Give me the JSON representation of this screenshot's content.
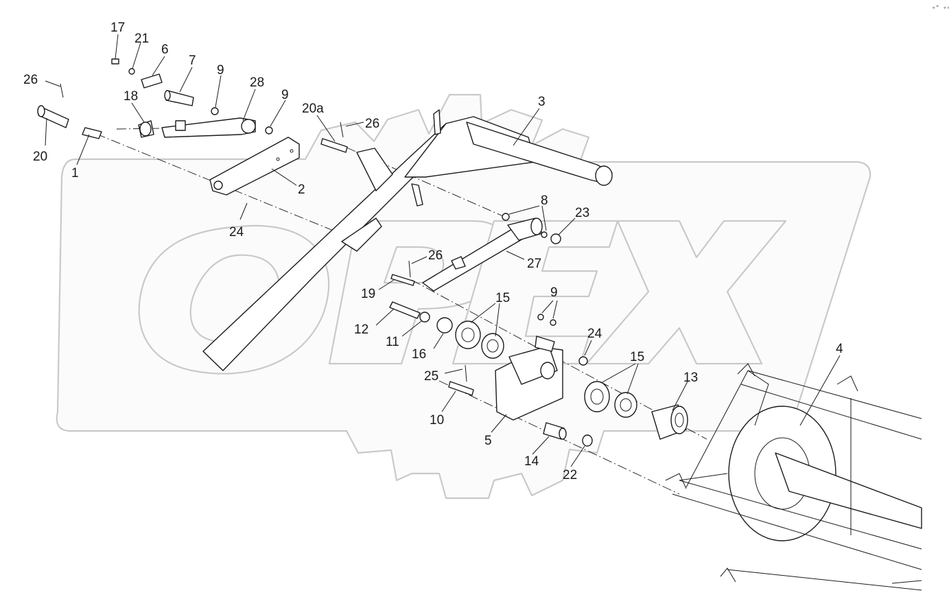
{
  "diagram": {
    "watermark_text": "ОРЕХ",
    "corner_mark": "∘° ∘∘∘",
    "callouts": [
      {
        "id": "c17",
        "text": "17"
      },
      {
        "id": "c21",
        "text": "21"
      },
      {
        "id": "c6",
        "text": "6"
      },
      {
        "id": "c7",
        "text": "7"
      },
      {
        "id": "c9a",
        "text": "9"
      },
      {
        "id": "c28",
        "text": "28"
      },
      {
        "id": "c9b",
        "text": "9"
      },
      {
        "id": "c26a",
        "text": "26"
      },
      {
        "id": "c18",
        "text": "18"
      },
      {
        "id": "c20",
        "text": "20"
      },
      {
        "id": "c1",
        "text": "1"
      },
      {
        "id": "c20a",
        "text": "20a"
      },
      {
        "id": "c26b",
        "text": "26"
      },
      {
        "id": "c3",
        "text": "3"
      },
      {
        "id": "c2",
        "text": "2"
      },
      {
        "id": "c24a",
        "text": "24"
      },
      {
        "id": "c8",
        "text": "8"
      },
      {
        "id": "c23",
        "text": "23"
      },
      {
        "id": "c26c",
        "text": "26"
      },
      {
        "id": "c27",
        "text": "27"
      },
      {
        "id": "c19",
        "text": "19"
      },
      {
        "id": "c15a",
        "text": "15"
      },
      {
        "id": "c9c",
        "text": "9"
      },
      {
        "id": "c12",
        "text": "12"
      },
      {
        "id": "c11",
        "text": "11"
      },
      {
        "id": "c16",
        "text": "16"
      },
      {
        "id": "c24b",
        "text": "24"
      },
      {
        "id": "c4",
        "text": "4"
      },
      {
        "id": "c15b",
        "text": "15"
      },
      {
        "id": "c25",
        "text": "25"
      },
      {
        "id": "c13",
        "text": "13"
      },
      {
        "id": "c10",
        "text": "10"
      },
      {
        "id": "c5",
        "text": "5"
      },
      {
        "id": "c14",
        "text": "14"
      },
      {
        "id": "c22",
        "text": "22"
      }
    ]
  }
}
